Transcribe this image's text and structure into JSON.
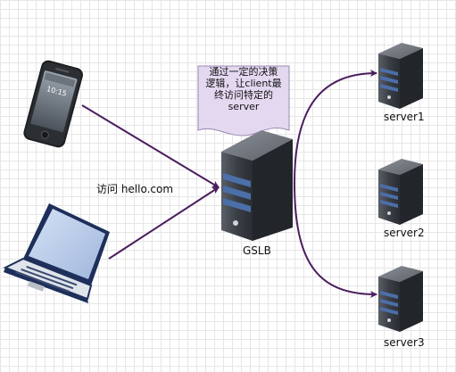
{
  "diagram": {
    "note_lines": [
      "通过一定的决策",
      "逻辑，让client最",
      "终访问特定的",
      "server"
    ],
    "phone_time": "10:15",
    "access_label": "访问 hello.com",
    "gslb_label": "GSLB",
    "servers": [
      {
        "label": "server1"
      },
      {
        "label": "server2"
      },
      {
        "label": "server3"
      }
    ],
    "colors": {
      "arrow": "#4b1e5e",
      "note_fill": "#e4d8f1",
      "note_stroke": "#9a8ab0",
      "server_dark": "#3b3f46",
      "server_stripe": "#4b6fa8",
      "laptop_screen": "#b9cbe8"
    }
  }
}
